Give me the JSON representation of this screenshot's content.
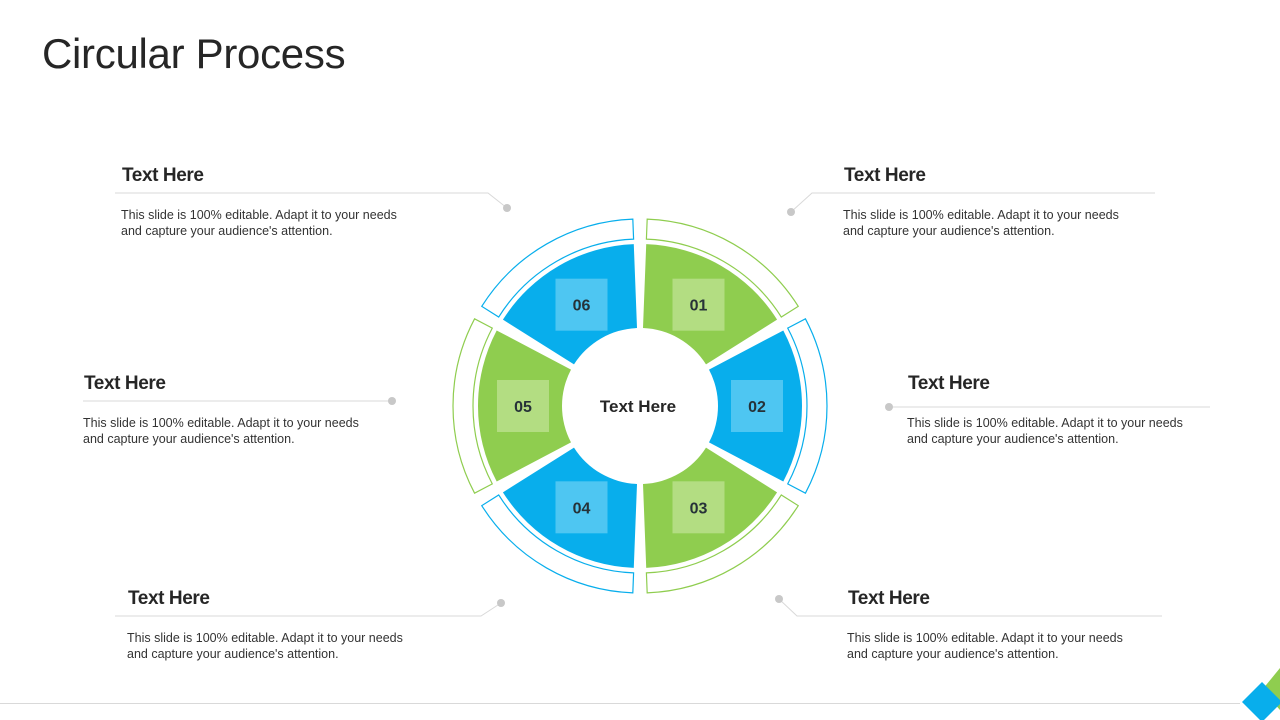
{
  "title": "Circular Process",
  "center_label": "Text Here",
  "colors": {
    "blue": "#08aeec",
    "green": "#8fcd4f",
    "blue_badge": "#4ec6f2",
    "green_badge": "#b3dd82",
    "connector": "#c8c8c8"
  },
  "segments": [
    {
      "number": "01",
      "color": "green"
    },
    {
      "number": "02",
      "color": "blue"
    },
    {
      "number": "03",
      "color": "green"
    },
    {
      "number": "04",
      "color": "blue"
    },
    {
      "number": "05",
      "color": "green"
    },
    {
      "number": "06",
      "color": "blue"
    }
  ],
  "callouts": [
    {
      "id": "01",
      "heading": "Text Here",
      "body": "This slide is 100% editable. Adapt it to your needs and capture your audience's attention."
    },
    {
      "id": "02",
      "heading": "Text Here",
      "body": "This slide is 100% editable. Adapt it to your needs and capture your audience's attention."
    },
    {
      "id": "03",
      "heading": "Text Here",
      "body": "This slide is 100% editable. Adapt it to your needs and capture your audience's attention."
    },
    {
      "id": "04",
      "heading": "Text Here",
      "body": "This slide is 100% editable. Adapt it to your needs and capture your audience's attention."
    },
    {
      "id": "05",
      "heading": "Text Here",
      "body": "This slide is 100% editable. Adapt it to your needs and capture your audience's attention."
    },
    {
      "id": "06",
      "heading": "Text Here",
      "body": "This slide is 100% editable. Adapt it to your needs and capture your audience's attention."
    }
  ]
}
